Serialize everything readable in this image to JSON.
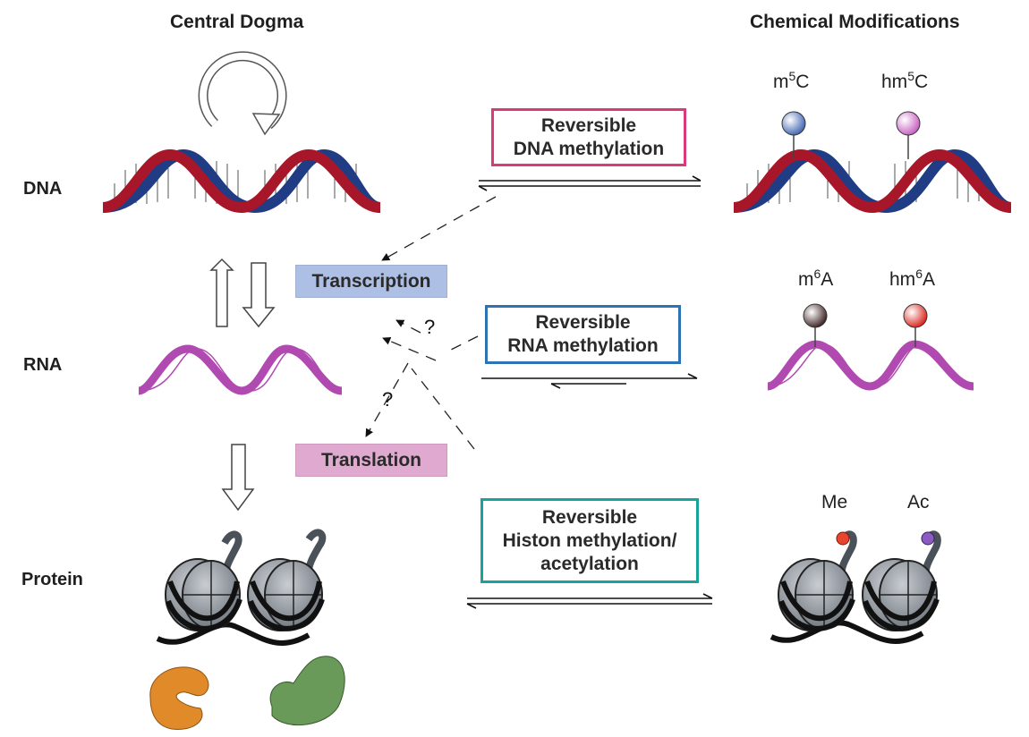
{
  "headers": {
    "left": "Central Dogma",
    "right": "Chemical Modifications"
  },
  "rows": {
    "dna": "DNA",
    "rna": "RNA",
    "protein": "Protein"
  },
  "processes": {
    "transcription": {
      "label": "Transcription",
      "color": "#aebfe5"
    },
    "translation": {
      "label": "Translation",
      "color": "#e0a9d0"
    }
  },
  "mod_boxes": {
    "dna": {
      "line1": "Reversible",
      "line2": "DNA methylation",
      "border": "#d93a7a"
    },
    "rna": {
      "line1": "Reversible",
      "line2": "RNA methylation",
      "border": "#2e74b5"
    },
    "histone": {
      "line1": "Reversible",
      "line2": "Histon methylation/",
      "line3": "acetylation",
      "border": "#1aa39a"
    }
  },
  "modifications": {
    "m5c": {
      "base": "m",
      "sup": "5",
      "tail": "C",
      "color": "#5b7fc4"
    },
    "hm5c": {
      "base": "hm",
      "sup": "5",
      "tail": "C",
      "color": "#d77ad0"
    },
    "m6a": {
      "base": "m",
      "sup": "6",
      "tail": "A",
      "color": "#4a2a2a"
    },
    "hm6a": {
      "base": "hm",
      "sup": "6",
      "tail": "A",
      "color": "#e0302a"
    },
    "me": {
      "label": "Me",
      "color": "#e8442e"
    },
    "ac": {
      "label": "Ac",
      "color": "#8a5cc2"
    }
  },
  "question_marks": [
    "?",
    "?"
  ],
  "colors": {
    "dna_red": "#a8162a",
    "dna_blue": "#203c84",
    "rna_purple": "#b04ab0",
    "orange_protein": "#e08a2a",
    "green_protein": "#6a9a5a"
  }
}
